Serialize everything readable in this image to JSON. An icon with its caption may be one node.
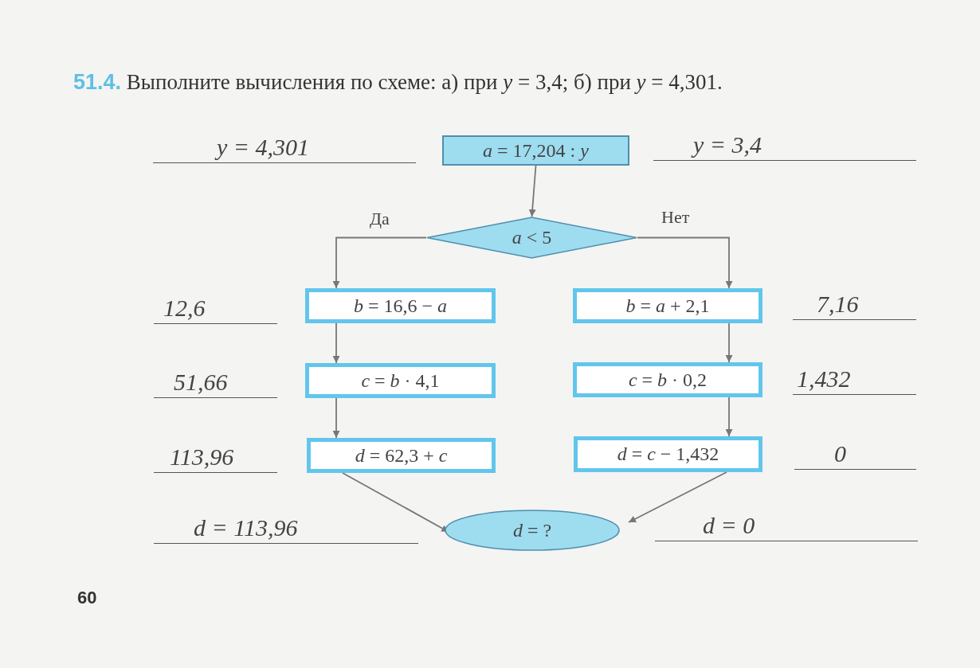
{
  "diagram": {
    "title": "**51.4.** Выполните вычисления по схеме: а) при *y* = 3,4; б) при *y* = 4,301.",
    "nodes": [
      {
        "text": [
          "*a* = 17,204 : *y*"
        ]
      },
      {
        "text": [
          "*a* < 5"
        ]
      },
      {
        "text": [
          "*b* = 16,6 − *a*"
        ]
      },
      {
        "text": [
          "*b* = *a* + 2,1"
        ]
      },
      {
        "text": [
          "*c* = *b* · 4,1"
        ]
      },
      {
        "text": [
          "*c* = *b* · 0,2"
        ]
      },
      {
        "text": [
          "*d* = 62,3 + *c*"
        ]
      },
      {
        "text": [
          "*d* = *c* − 1,432"
        ]
      },
      {
        "text": [
          "*d* = ?"
        ]
      }
    ],
    "edges": [
      {
        "from": 0,
        "to": 1,
        "arrow": "to"
      },
      {
        "from": 1,
        "to": 2,
        "arrow": "to",
        "label": "Да"
      },
      {
        "from": 1,
        "to": 3,
        "arrow": "to",
        "label": "Нет"
      },
      {
        "from": 2,
        "to": 4,
        "arrow": "to"
      },
      {
        "from": 4,
        "to": 6,
        "arrow": "to"
      },
      {
        "from": 3,
        "to": 5,
        "arrow": "to"
      },
      {
        "from": 5,
        "to": 7,
        "arrow": "to"
      },
      {
        "from": 6,
        "to": 8,
        "arrow": "to"
      },
      {
        "from": 7,
        "to": 8,
        "arrow": "to"
      }
    ],
    "labels": [
      "y = 4,301",
      "y = 3,4",
      "12,6",
      "7,16",
      "51,66",
      "1,432",
      "113,96",
      "0",
      "d = 113,96",
      "d = 0",
      "60"
    ]
  }
}
